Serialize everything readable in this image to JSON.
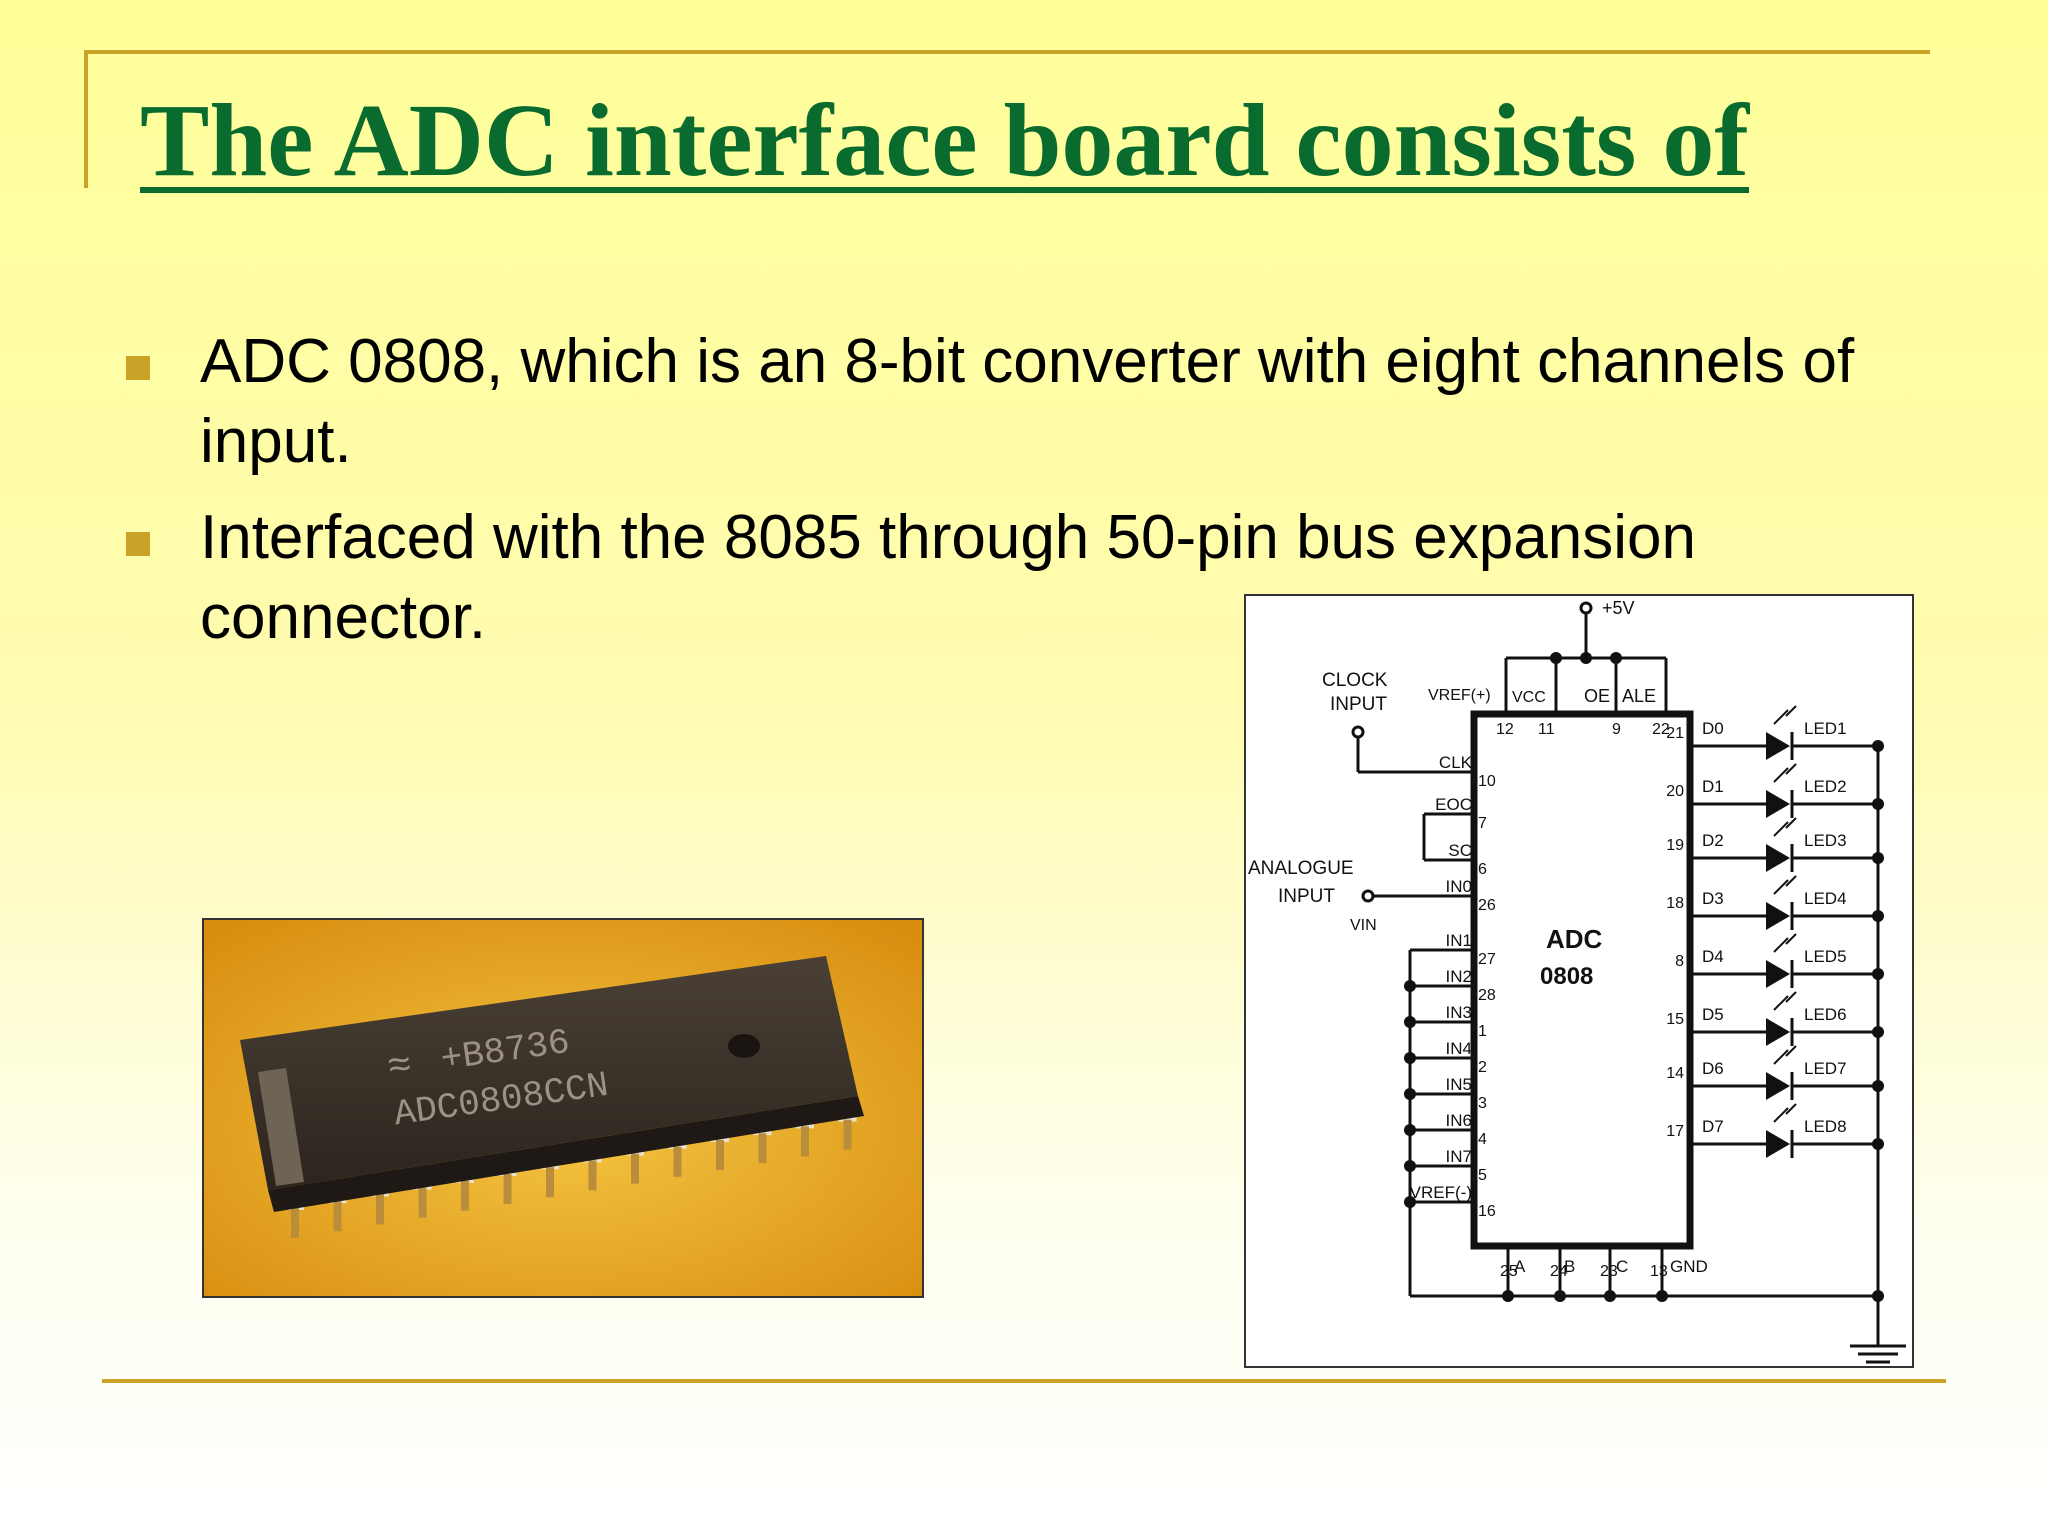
{
  "slide": {
    "title": "The ADC interface board consists of",
    "bullets": [
      "ADC 0808, which is an 8-bit converter with eight channels of input.",
      "Interfaced with the 8085 through 50-pin bus expansion connector."
    ]
  },
  "photo": {
    "chip_marking_line1": "+B8736",
    "chip_marking_line2": "ADC0808CCN"
  },
  "schematic": {
    "supply": "+5V",
    "clock_input": "CLOCK\nINPUT",
    "clock_input_line1": "CLOCK",
    "clock_input_line2": "INPUT",
    "analogue_input_line1": "ANALOGUE",
    "analogue_input_line2": "INPUT",
    "vin": "VIN",
    "chip_line1": "ADC",
    "chip_line2": "0808",
    "top_pins": [
      {
        "name": "VREF(+)",
        "num": "12"
      },
      {
        "name": "VCC",
        "num": "11"
      },
      {
        "name": "OE",
        "num": "9"
      },
      {
        "name": "ALE",
        "num": "22"
      }
    ],
    "left_pins": [
      {
        "name": "CLK",
        "num": "10"
      },
      {
        "name": "EOC",
        "num": "7"
      },
      {
        "name": "SC",
        "num": "6"
      },
      {
        "name": "IN0",
        "num": "26"
      },
      {
        "name": "IN1",
        "num": "27"
      },
      {
        "name": "IN2",
        "num": "28"
      },
      {
        "name": "IN3",
        "num": "1"
      },
      {
        "name": "IN4",
        "num": "2"
      },
      {
        "name": "IN5",
        "num": "3"
      },
      {
        "name": "IN6",
        "num": "4"
      },
      {
        "name": "IN7",
        "num": "5"
      },
      {
        "name": "VREF(-)",
        "num": "16"
      }
    ],
    "right_pins": [
      {
        "data": "D0",
        "num": "21",
        "led": "LED1"
      },
      {
        "data": "D1",
        "num": "20",
        "led": "LED2"
      },
      {
        "data": "D2",
        "num": "19",
        "led": "LED3"
      },
      {
        "data": "D3",
        "num": "18",
        "led": "LED4"
      },
      {
        "data": "D4",
        "num": "8",
        "led": "LED5"
      },
      {
        "data": "D5",
        "num": "15",
        "led": "LED6"
      },
      {
        "data": "D6",
        "num": "14",
        "led": "LED7"
      },
      {
        "data": "D7",
        "num": "17",
        "led": "LED8"
      }
    ],
    "bottom_pins": [
      {
        "name": "A",
        "num": "25"
      },
      {
        "name": "B",
        "num": "24"
      },
      {
        "name": "C",
        "num": "23"
      },
      {
        "name": "GND",
        "num": "13"
      }
    ]
  }
}
